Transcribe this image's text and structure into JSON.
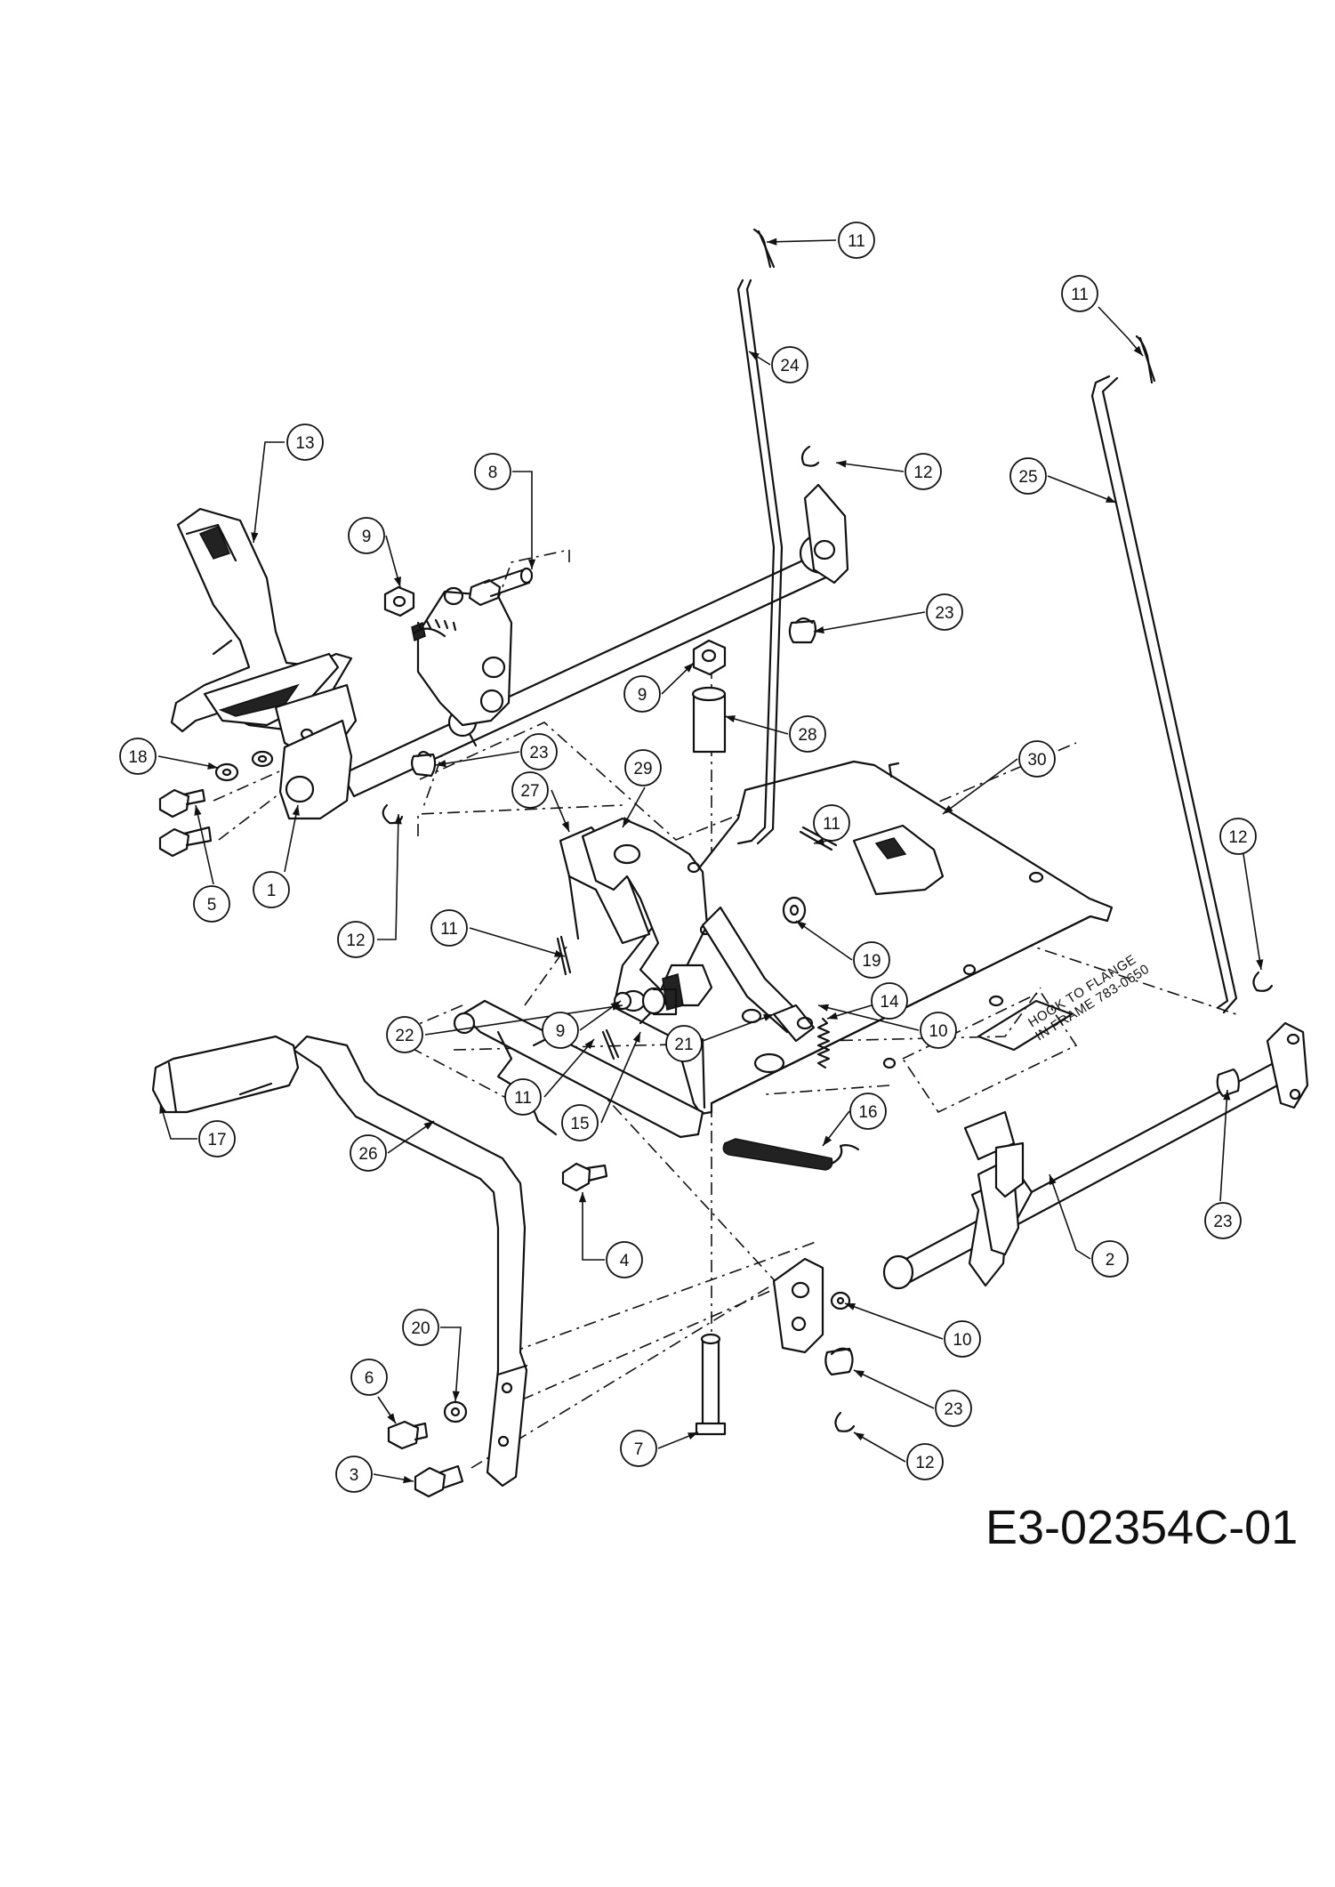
{
  "diagram": {
    "code": "E3-02354C-01",
    "note": [
      "HOOK TO FLANGE",
      "IN FRAME 783-0650"
    ],
    "callouts": [
      "11",
      "11",
      "24",
      "12",
      "25",
      "13",
      "8",
      "9",
      "23",
      "9",
      "28",
      "30",
      "18",
      "23",
      "29",
      "27",
      "11",
      "12",
      "11",
      "19",
      "5",
      "1",
      "12",
      "9",
      "10",
      "22",
      "14",
      "21",
      "11",
      "15",
      "16",
      "17",
      "26",
      "4",
      "23",
      "2",
      "20",
      "10",
      "6",
      "23",
      "7",
      "3",
      "12"
    ]
  }
}
